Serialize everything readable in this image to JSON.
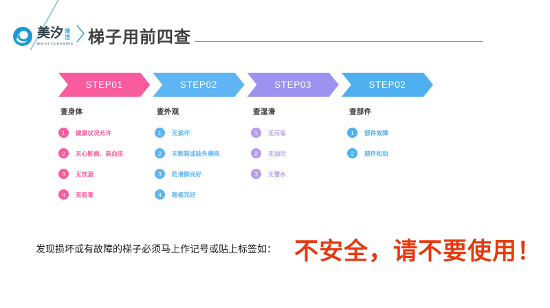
{
  "header": {
    "logo": {
      "name_cn": "美汐",
      "badge_top": "清",
      "badge_bottom": "洁",
      "latin": "MEIXI CLEANING",
      "mark_icon": "circular-swirl-logo-icon",
      "mark_color": "#1a9ad7"
    },
    "title": "梯子用前四查",
    "rule_color": "#6f9fc4",
    "chevron_icon": "chevron-right-icon",
    "diagonal_icon": "diagonal-line-decoration"
  },
  "steps": [
    {
      "label": "STEP01",
      "color": "#fa5a9e"
    },
    {
      "label": "STEP02",
      "color": "#5fb4f3"
    },
    {
      "label": "STEP03",
      "color": "#9d92f0"
    },
    {
      "label": "STEP02",
      "color": "#4fb0ef"
    }
  ],
  "columns": [
    {
      "heading": "查身体",
      "accent": "#fa5a9e",
      "items": [
        {
          "num": "1",
          "text": "健康状况允许"
        },
        {
          "num": "2",
          "text": "无心脏病、高血压"
        },
        {
          "num": "3",
          "text": "无饮酒"
        },
        {
          "num": "4",
          "text": "无吸毒"
        }
      ]
    },
    {
      "heading": "查外观",
      "accent": "#5fb4f3",
      "items": [
        {
          "num": "1",
          "text": "无损坏"
        },
        {
          "num": "2",
          "text": "无断裂或缺失横档"
        },
        {
          "num": "3",
          "text": "防滑脚完好"
        },
        {
          "num": "4",
          "text": "踏板完好"
        }
      ]
    },
    {
      "heading": "查湿滑",
      "accent": "#b69cec",
      "items": [
        {
          "num": "1",
          "text": "无污垢"
        },
        {
          "num": "2",
          "text": "无油污"
        },
        {
          "num": "3",
          "text": "无雪水"
        }
      ]
    },
    {
      "heading": "查部件",
      "accent": "#4fb0ef",
      "items": [
        {
          "num": "1",
          "text": "部件故障"
        },
        {
          "num": "2",
          "text": "部件松动"
        }
      ]
    }
  ],
  "footer": {
    "note": "发现损坏或有故障的梯子必须马上作记号或贴上标签如：",
    "warning": "不安全，请不要使用！",
    "warning_color": "#e8380d"
  }
}
